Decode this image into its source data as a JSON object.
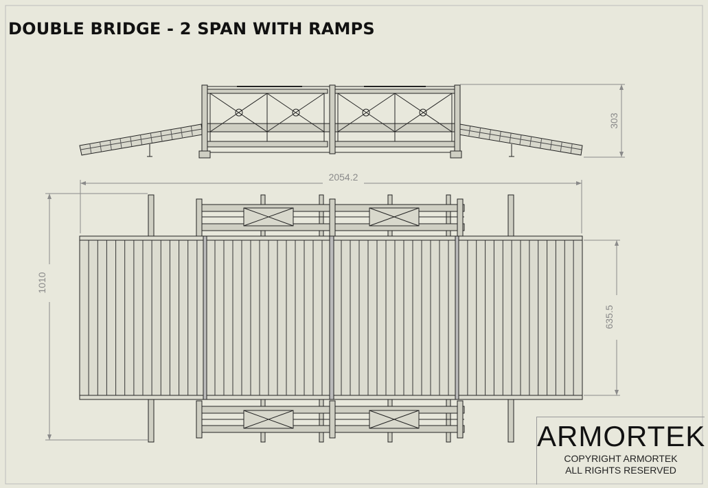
{
  "title": "DOUBLE BRIDGE - 2 SPAN WITH RAMPS",
  "dimensions": {
    "height": "303",
    "length": "2054.2",
    "width": "1010",
    "deck_width": "635.5"
  },
  "title_block": {
    "brand": "ARMORTEK",
    "copyright_line1": "COPYRIGHT ARMORTEK",
    "copyright_line2": "ALL RIGHTS RESERVED"
  },
  "colors": {
    "background": "#e8e8dc",
    "line": "#222222",
    "dimension": "#8a8a8a"
  }
}
